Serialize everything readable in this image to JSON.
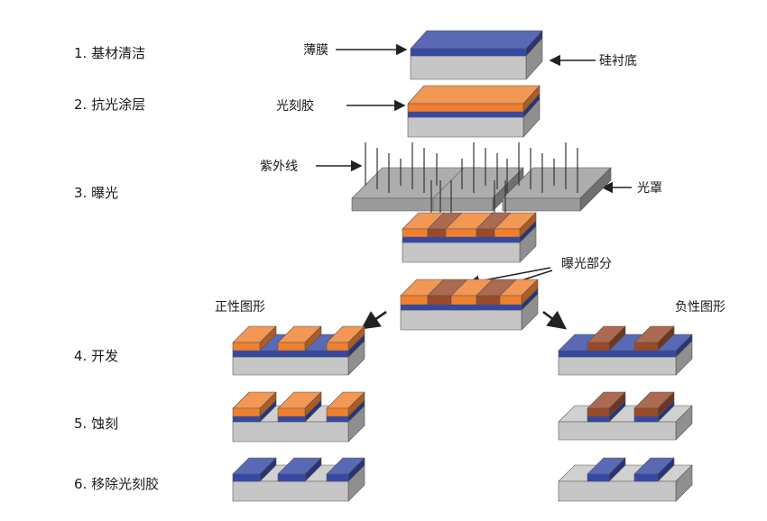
{
  "steps": [
    {
      "label": "1. 基材清洁"
    },
    {
      "label": "2. 抗光涂层"
    },
    {
      "label": "3. 曝光"
    },
    {
      "label": "4. 开发"
    },
    {
      "label": "5. 蚀刻"
    },
    {
      "label": "6. 移除光刻胶"
    }
  ],
  "labels": {
    "thin_film": "薄膜",
    "silicon_substrate": "硅衬底",
    "photoresist": "光刻胶",
    "uv_light": "紫外线",
    "photomask": "光罩",
    "exposed_part": "曝光部分",
    "positive_pattern": "正性图形",
    "negative_pattern": "负性图形"
  },
  "colors": {
    "film": "#3548a6",
    "photoresist": "#f08030",
    "exposed_resist": "#9a4a2a",
    "substrate_front": "#c6c6c6",
    "mask": "#9b9b9b",
    "uv_line": "#333333",
    "arrow": "#222222"
  }
}
